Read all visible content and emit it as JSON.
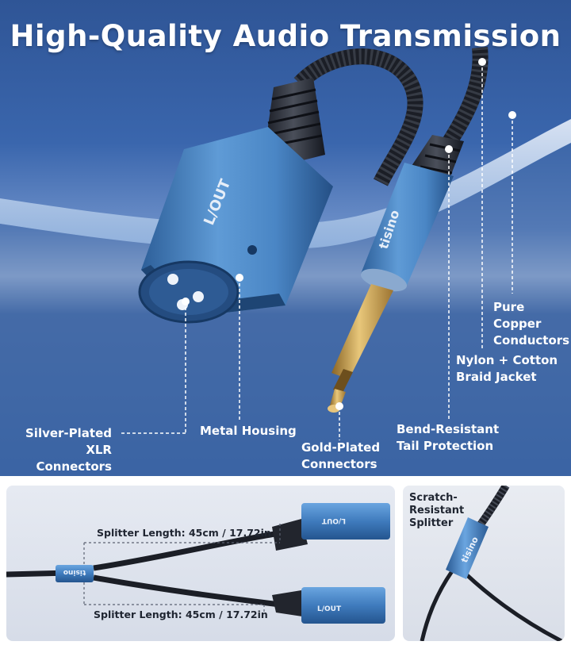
{
  "title": "High-Quality Audio Transmission",
  "brand": "tisino",
  "plug_label": "L/OUT",
  "callouts": {
    "pure_copper": "Pure\nCopper\nConductors",
    "nylon_braid": "Nylon + Cotton\nBraid Jacket",
    "bend_resistant": "Bend-Resistant\nTail Protection",
    "gold_plated": "Gold-Plated\nConnectors",
    "metal_housing": "Metal Housing",
    "silver_plated": "Silver-Plated\nXLR Connectors"
  },
  "splitter": {
    "top_length": "Splitter Length: 45cm / 17.72in",
    "bottom_length": "Splitter Length: 45cm / 17.72in",
    "scratch_resistant": "Scratch-\nResistant\nSplitter"
  },
  "colors": {
    "connector_blue": "#4a86c5",
    "background_blue": "#3560a2",
    "gold": "#c9a04a"
  }
}
